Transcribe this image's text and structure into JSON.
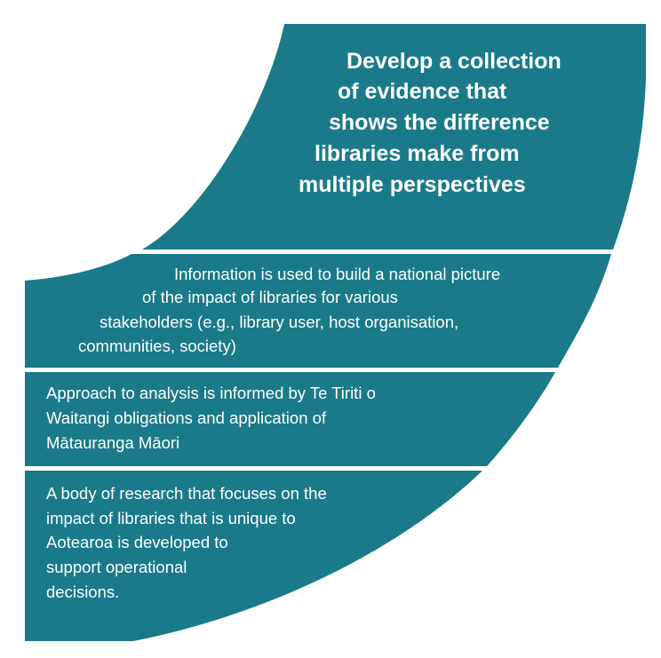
{
  "colors": {
    "segment_fill": "#1a7a89",
    "separator": "#ffffff",
    "text": "#ffffff"
  },
  "segments": [
    {
      "lines": [
        "Develop a collection",
        "of evidence that",
        "shows the difference",
        "libraries make from",
        "multiple perspectives"
      ]
    },
    {
      "lines": [
        "Information is used to build a national picture",
        "of the impact of libraries for various",
        "stakeholders (e.g., library user, host organisation,",
        "communities, society)"
      ]
    },
    {
      "lines": [
        "Approach to analysis is informed by Te Tiriti o",
        "Waitangi obligations and application of",
        "Mātauranga Māori"
      ]
    },
    {
      "lines": [
        "A body of research that focuses on the",
        "impact of libraries that is unique to",
        "Aotearoa is developed to",
        "support operational",
        "decisions."
      ]
    }
  ]
}
